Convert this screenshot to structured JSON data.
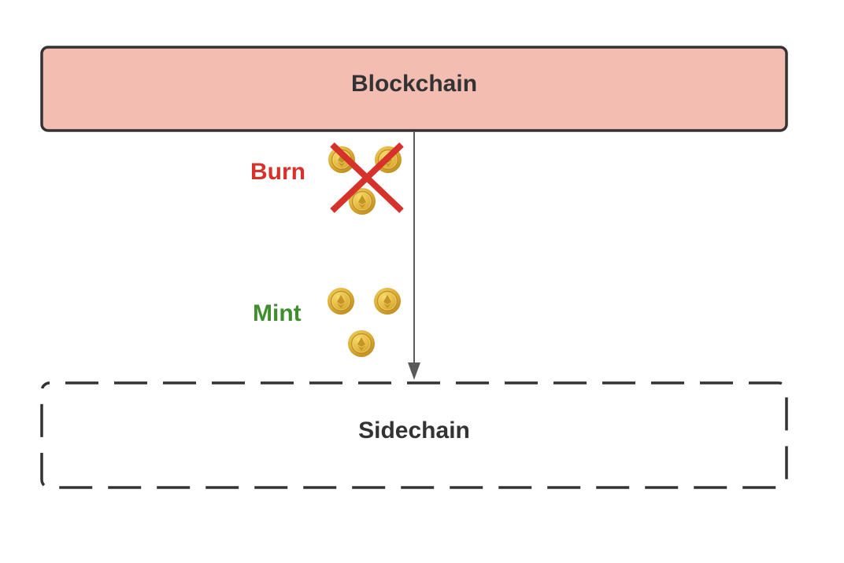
{
  "diagram": {
    "top_box": {
      "label": "Blockchain",
      "fill": "#f4bdb1",
      "border": "#333333",
      "style": "solid"
    },
    "bottom_box": {
      "label": "Sidechain",
      "border": "#333333",
      "style": "dashed"
    },
    "burn": {
      "label": "Burn",
      "color": "#d5322c",
      "coin_count": 3,
      "crossed_out": true
    },
    "mint": {
      "label": "Mint",
      "color": "#3f8e2d",
      "coin_count": 3
    },
    "arrow": {
      "from": "Blockchain",
      "to": "Sidechain",
      "color": "#5a5a5a"
    },
    "icons": {
      "coin": "ethereum-coin-icon",
      "cross": "x-cross-icon"
    }
  }
}
